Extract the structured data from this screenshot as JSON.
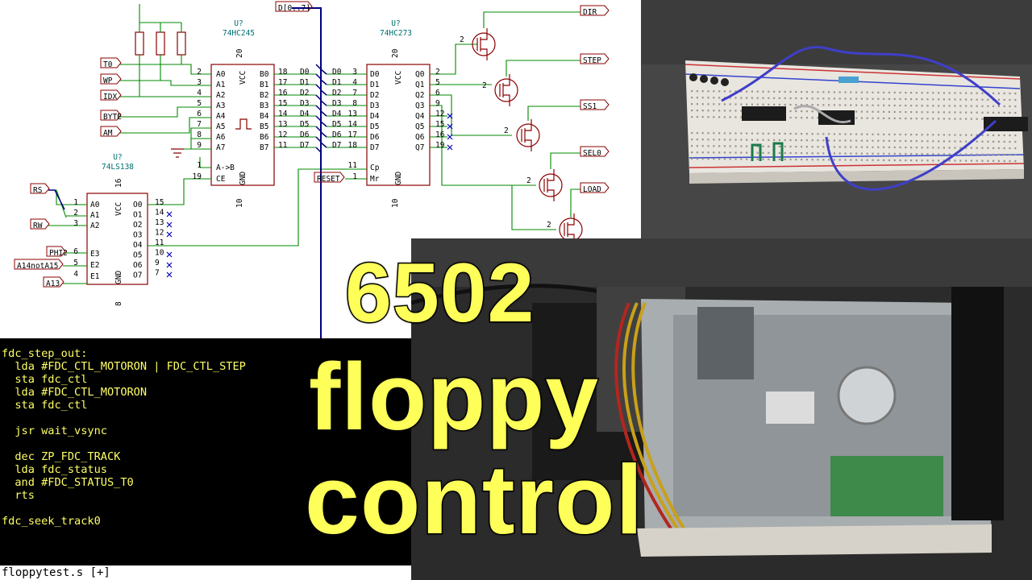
{
  "title": {
    "line1": "6502",
    "line2": "floppy",
    "line3": "control"
  },
  "editor": {
    "code": "fdc_step_out:\n  lda #FDC_CTL_MOTORON | FDC_CTL_STEP\n  sta fdc_ctl\n  lda #FDC_CTL_MOTORON\n  sta fdc_ctl\n\n  jsr wait_vsync\n\n  dec ZP_FDC_TRACK\n  lda fdc_status\n  and #FDC_STATUS_T0\n  rts\n\nfdc_seek_track0",
    "status": "floppytest.s [+]"
  },
  "schematic": {
    "bus_label": "D[0..7]",
    "u1": {
      "ref": "U?",
      "part": "74HC245",
      "pin_top": "20",
      "pin_bottom": "10"
    },
    "u2": {
      "ref": "U?",
      "part": "74HC273",
      "pin_top": "20",
      "pin_bottom": "10"
    },
    "u3": {
      "ref": "U?",
      "part": "74LS138",
      "pin_top": "16",
      "pin_bottom": "8"
    },
    "inputs_left": [
      "T0",
      "WP",
      "IDX",
      "BYTE",
      "AM"
    ],
    "decoder_inputs": [
      "RS",
      "RW",
      "PHI2",
      "A14notA15",
      "A13"
    ],
    "outputs_right": [
      "DIR",
      "STEP",
      "SS1",
      "SEL0",
      "LOAD"
    ],
    "reset_label": "RESET",
    "u1_left_pins": [
      "A0",
      "A1",
      "A2",
      "A3",
      "A4",
      "A5",
      "A6",
      "A7",
      "A->B",
      "CE"
    ],
    "u1_left_nums": [
      "2",
      "3",
      "4",
      "5",
      "6",
      "7",
      "8",
      "9",
      "1",
      "19"
    ],
    "u1_right_pins": [
      "B0",
      "B1",
      "B2",
      "B3",
      "B4",
      "B5",
      "B6",
      "B7"
    ],
    "u1_right_nums": [
      "18",
      "17",
      "16",
      "15",
      "14",
      "13",
      "12",
      "11"
    ],
    "bus_nets": [
      "D0",
      "D1",
      "D2",
      "D3",
      "D4",
      "D5",
      "D6",
      "D7"
    ],
    "u2_left_pins": [
      "D0",
      "D1",
      "D2",
      "D3",
      "D4",
      "D5",
      "D6",
      "D7",
      "Cp",
      "Mr"
    ],
    "u2_left_nums": [
      "3",
      "4",
      "7",
      "8",
      "13",
      "14",
      "17",
      "18",
      "11",
      "1"
    ],
    "u2_right_pins": [
      "Q0",
      "Q1",
      "Q2",
      "Q3",
      "Q4",
      "Q5",
      "Q6",
      "Q7"
    ],
    "u2_right_nums": [
      "2",
      "5",
      "6",
      "9",
      "12",
      "15",
      "16",
      "19"
    ],
    "u3_left_pins": [
      "A0",
      "A1",
      "A2",
      "E3",
      "E2",
      "E1"
    ],
    "u3_left_nums": [
      "1",
      "2",
      "3",
      "6",
      "5",
      "4"
    ],
    "u3_right_pins": [
      "O0",
      "O1",
      "O2",
      "O3",
      "O4",
      "O5",
      "O6",
      "O7"
    ],
    "u3_right_nums": [
      "15",
      "14",
      "13",
      "12",
      "11",
      "10",
      "9",
      "7"
    ],
    "vcc": "VCC",
    "gnd": "GND",
    "transistor_gate_pin": "2"
  }
}
